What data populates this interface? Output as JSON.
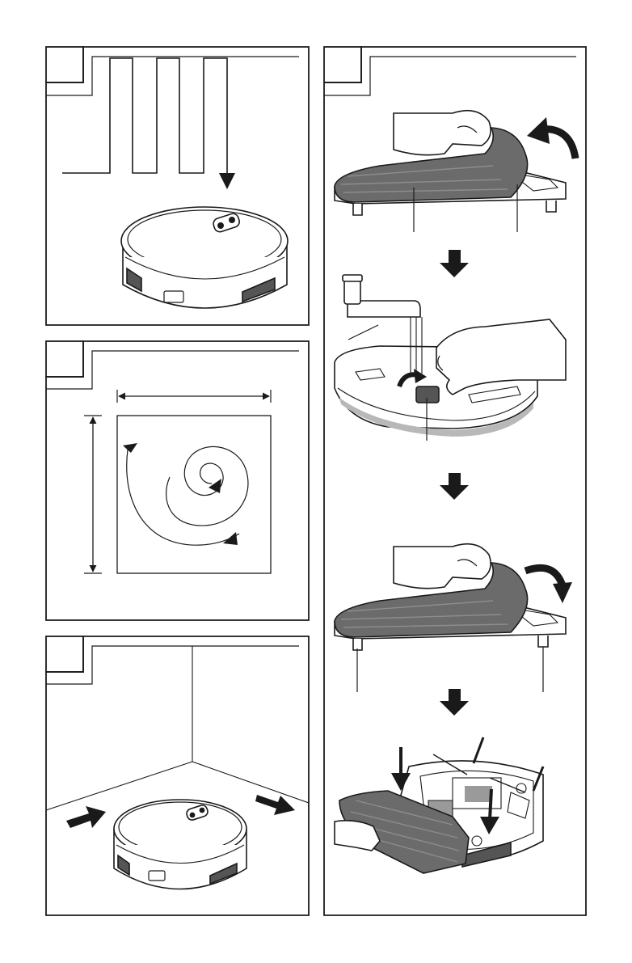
{
  "colors": {
    "line": "#1a1a1a",
    "mop": "#6b6b6b",
    "mop_stripe": "#8d8d8d",
    "mop_underside": "#b8b8b8",
    "hand_fill": "#ffffff",
    "robot_fill": "#ffffff",
    "accent_grey": "#9a9a9a"
  },
  "panels": [
    {
      "id": "zigzag-mode",
      "label": ""
    },
    {
      "id": "spiral-mode",
      "label": ""
    },
    {
      "id": "edge-mode",
      "label": ""
    },
    {
      "id": "mop-install",
      "label": ""
    }
  ],
  "icons": {
    "step_arrow": "down-arrow-icon",
    "rotate_arrow": "curved-arrow-icon"
  }
}
